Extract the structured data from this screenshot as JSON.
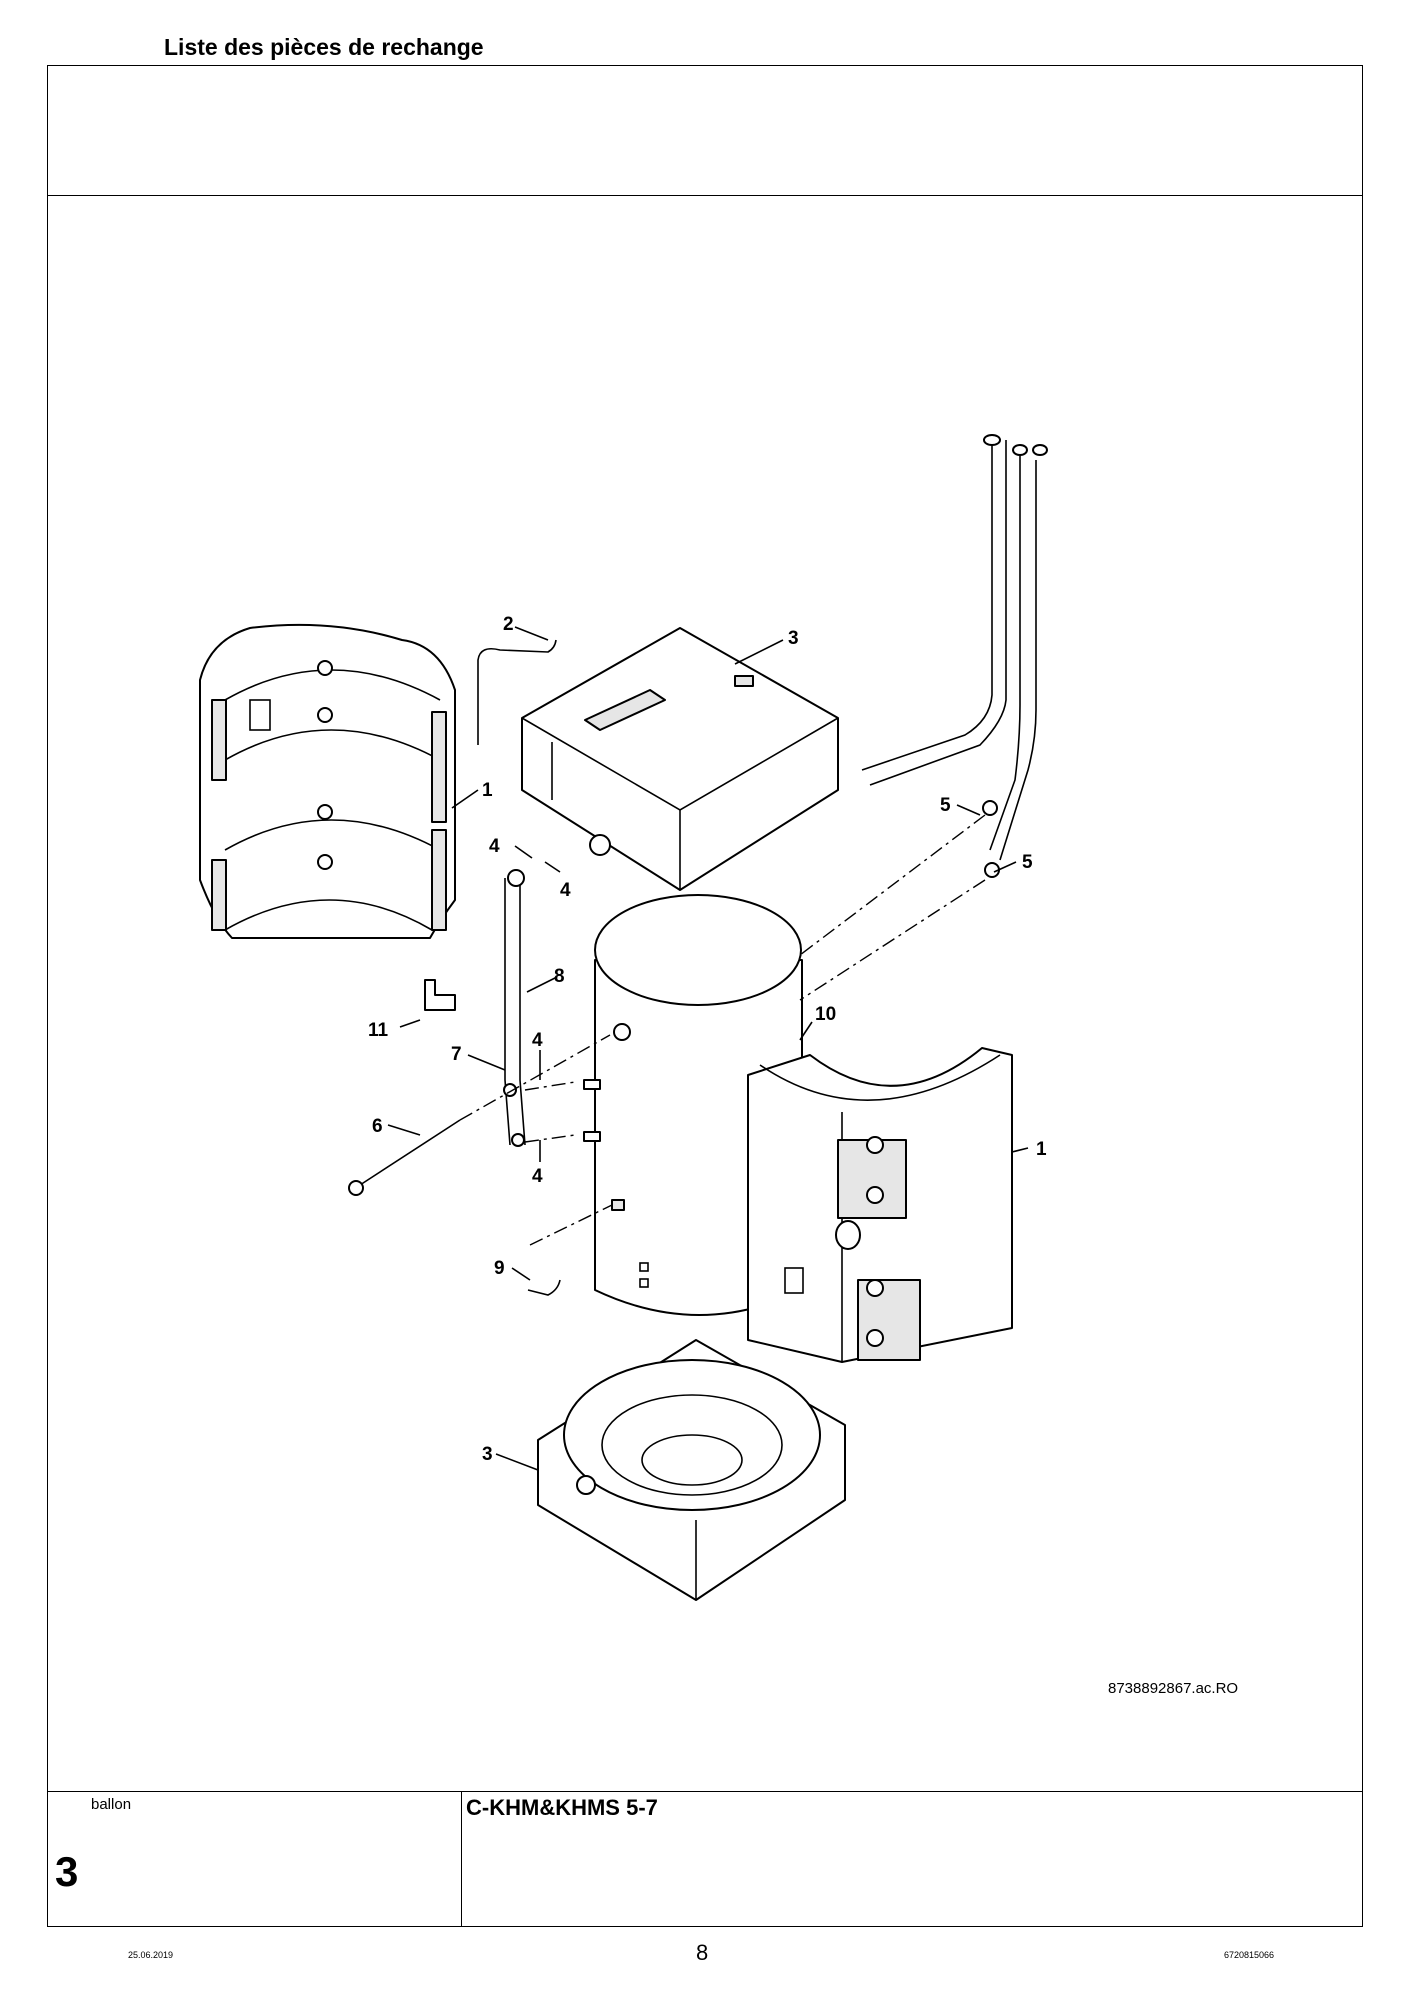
{
  "header": {
    "title": "Liste des pièces de rechange"
  },
  "footer": {
    "section_name": "ballon",
    "section_number": "3",
    "model": "C-KHM&KHMS 5-7",
    "date": "25.06.2019",
    "page_number": "8",
    "doc_number": "6720815066"
  },
  "drawing": {
    "reference": "8738892867.ac.RO",
    "callouts": {
      "c1a": "1",
      "c1b": "1",
      "c2": "2",
      "c3a": "3",
      "c3b": "3",
      "c4a": "4",
      "c4b": "4",
      "c4c": "4",
      "c4d": "4",
      "c5a": "5",
      "c5b": "5",
      "c6": "6",
      "c7": "7",
      "c8": "8",
      "c9": "9",
      "c10": "10",
      "c11": "11"
    }
  }
}
